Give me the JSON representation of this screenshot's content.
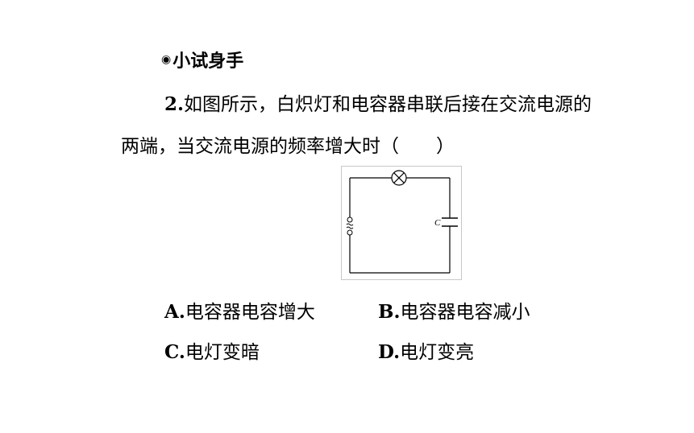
{
  "heading": {
    "bullet": "◉",
    "title": "小试身手"
  },
  "question": {
    "number": "2.",
    "line1": "如图所示，白炽灯和电容器串联后接在交流电源的",
    "line2": "两端，当交流电源的频率增大时（　　）"
  },
  "figure": {
    "capacitor_label": "C"
  },
  "options": [
    {
      "letter": "A.",
      "text": "电容器电容增大"
    },
    {
      "letter": "B.",
      "text": "电容器电容减小"
    },
    {
      "letter": "C.",
      "text": "电灯变暗"
    },
    {
      "letter": "D.",
      "text": "电灯变亮"
    }
  ]
}
